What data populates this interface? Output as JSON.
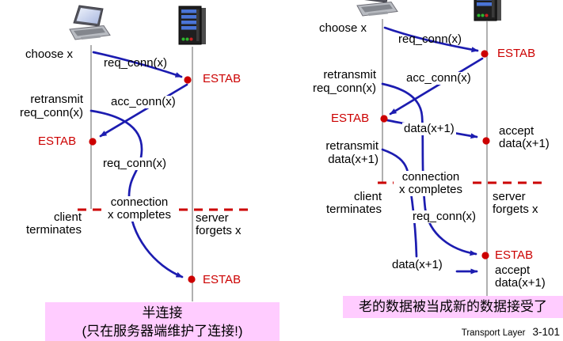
{
  "colors": {
    "arrow_blue": "#1c1cb0",
    "state_red": "#cc0000",
    "timeline_gray": "#9c9c9c",
    "caption_pink": "#ffccff"
  },
  "footer": {
    "label": "Transport Layer",
    "page": "3-101"
  },
  "left": {
    "choose_x": "choose x",
    "req_conn_first": "req_conn(x)",
    "estab_server_first": "ESTAB",
    "retransmit": {
      "line1": "retransmit",
      "line2": "req_conn(x)"
    },
    "acc_conn": "acc_conn(x)",
    "estab_client": "ESTAB",
    "req_conn_retransmitted": "req_conn(x)",
    "connection": {
      "line1": "connection",
      "line2": "x completes"
    },
    "client_terminates": {
      "line1": "client",
      "line2": "terminates"
    },
    "server_forgets": {
      "line1": "server",
      "line2": "forgets x"
    },
    "estab_server_second": "ESTAB",
    "caption": {
      "line1": "半连接",
      "line2": "(只在服务器端维护了连接!)"
    }
  },
  "right": {
    "choose_x": "choose x",
    "req_conn_first": "req_conn(x)",
    "estab_server_first": "ESTAB",
    "retransmit_req": {
      "line1": "retransmit",
      "line2": "req_conn(x)"
    },
    "acc_conn": "acc_conn(x)",
    "estab_client": "ESTAB",
    "data_first": "data(x+1)",
    "accept_first": {
      "line1": "accept",
      "line2": "data(x+1)"
    },
    "retransmit_data": {
      "line1": "retransmit",
      "line2": "data(x+1)"
    },
    "connection": {
      "line1": "connection",
      "line2": "x completes"
    },
    "client_terminates": {
      "line1": "client",
      "line2": "terminates"
    },
    "server_forgets": {
      "line1": "server",
      "line2": "forgets x"
    },
    "req_conn_retransmitted": "req_conn(x)",
    "estab_server_second": "ESTAB",
    "data_second": "data(x+1)",
    "accept_second": {
      "line1": "accept",
      "line2": "data(x+1)"
    },
    "caption": "老的数据被当成新的数据接受了"
  }
}
